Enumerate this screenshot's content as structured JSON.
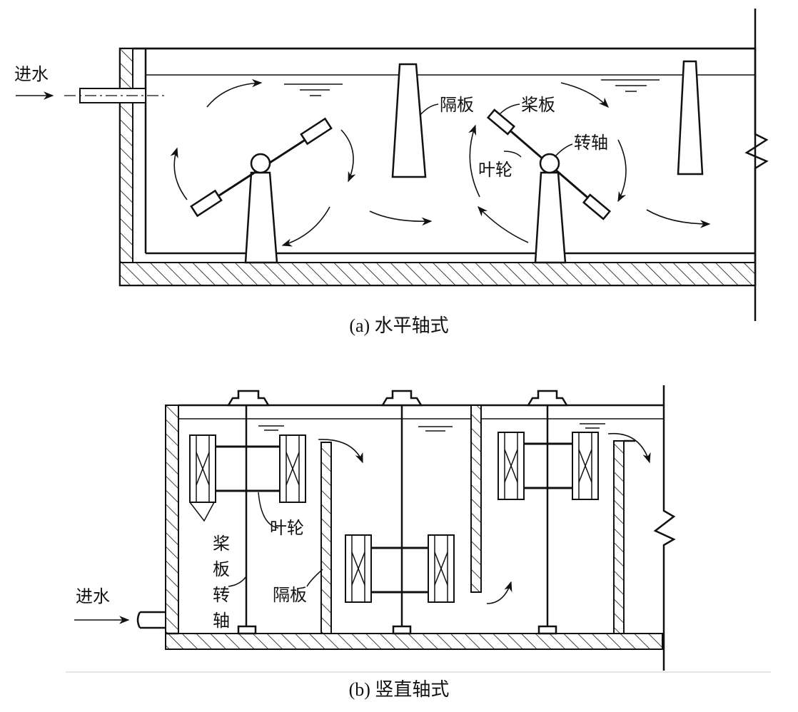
{
  "figure_a": {
    "caption": "(a) 水平轴式",
    "labels": {
      "inlet": "进水",
      "baffle": "隔板",
      "paddle": "桨板",
      "shaft": "转轴",
      "impeller": "叶轮"
    }
  },
  "figure_b": {
    "caption": "(b) 竖直轴式",
    "labels": {
      "inlet": "进水",
      "impeller": "叶轮",
      "paddle_shaft": [
        "桨",
        "板",
        "转",
        "轴"
      ],
      "baffle": "隔板"
    }
  }
}
